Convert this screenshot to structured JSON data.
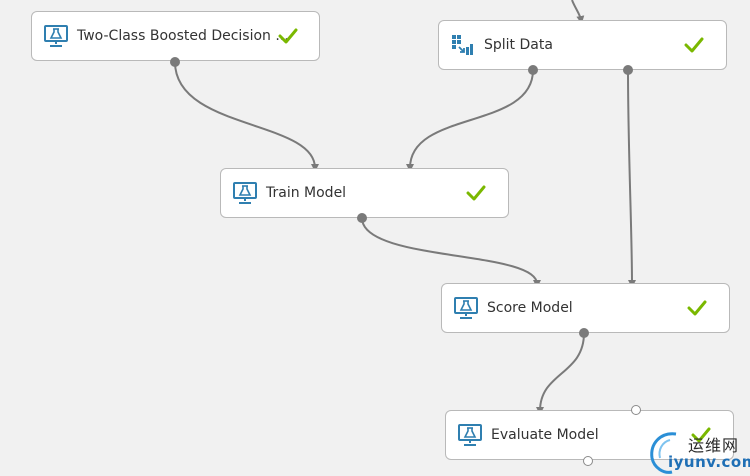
{
  "canvas": {
    "modules": {
      "boosted_tree": {
        "label": "Two-Class Boosted Decision ...",
        "icon": "experiment-module-icon",
        "status": "completed"
      },
      "split_data": {
        "label": "Split Data",
        "icon": "split-data-icon",
        "status": "completed"
      },
      "train_model": {
        "label": "Train Model",
        "icon": "experiment-module-icon",
        "status": "completed"
      },
      "score_model": {
        "label": "Score Model",
        "icon": "experiment-module-icon",
        "status": "completed"
      },
      "evaluate_model": {
        "label": "Evaluate Model",
        "icon": "experiment-module-icon",
        "status": "completed"
      }
    }
  },
  "watermark": {
    "title": "运维网",
    "url": "iyunv.com"
  },
  "colors": {
    "canvas_bg": "#f1f1f1",
    "module_border": "#b9b9b9",
    "check_green": "#7ab800",
    "icon_blue": "#2f7fb0",
    "wire": "#7a7a7a"
  }
}
